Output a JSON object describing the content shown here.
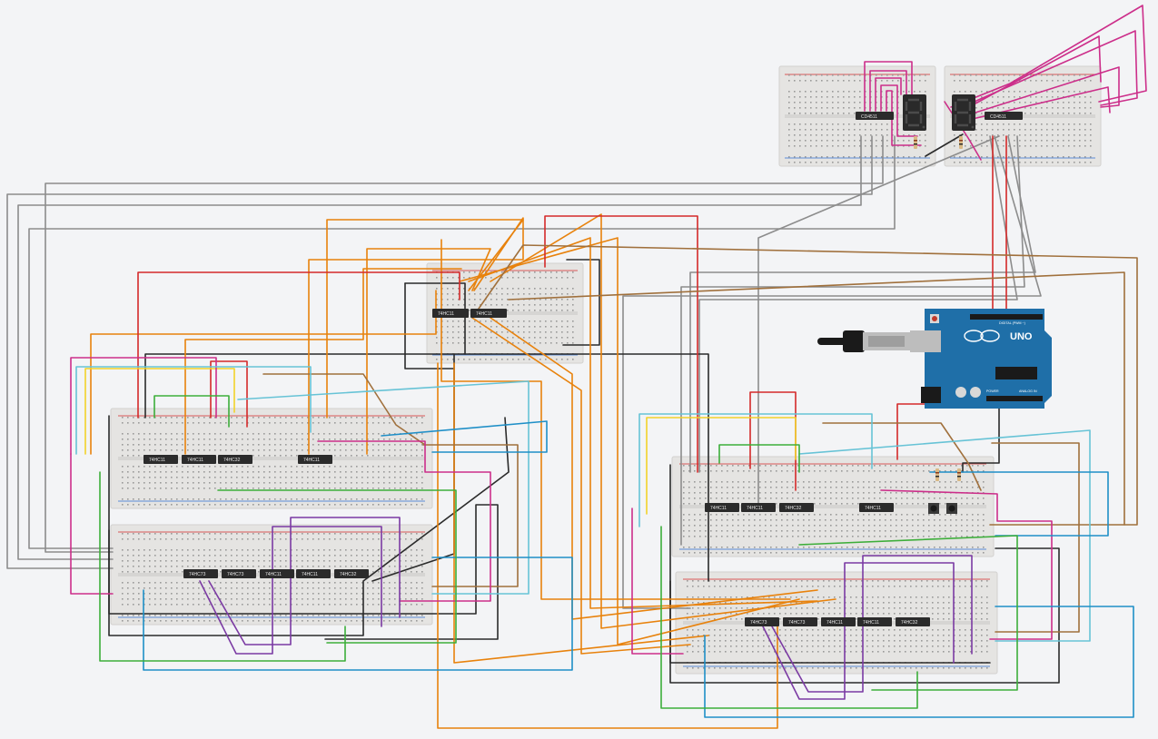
{
  "colors": {
    "breadboard": "#e5e4e2",
    "chip": "#2b2b2b",
    "arduino": "#1f6fa8",
    "display_bg": "#2a2a2a",
    "segment_off": "#4b4b4b",
    "wire_red": "#d42a2a",
    "wire_orange": "#e8820c",
    "wire_gray": "#8c8c8c",
    "wire_black": "#2b2b2b",
    "wire_green": "#3dae3a",
    "wire_purple": "#7b3aa3",
    "wire_cyan": "#67c3d6",
    "wire_blue": "#1f8fc7",
    "wire_magenta": "#cc2e8a",
    "wire_brown": "#a0703c",
    "wire_yellow": "#f2d22a"
  },
  "chips": {
    "display_driver_left": "CD4511",
    "display_driver_right": "CD4511",
    "top_center_1": "74HC11",
    "top_center_2": "74HC11",
    "left_upper_1": "74HC11",
    "left_upper_2": "74HC11",
    "left_upper_3": "74HC32",
    "left_upper_4": "74HC11",
    "left_lower_1": "74HC73",
    "left_lower_2": "74HC73",
    "left_lower_3": "74HC11",
    "left_lower_4": "74HC11",
    "left_lower_5": "74HC32",
    "right_upper_1": "74HC11",
    "right_upper_2": "74HC11",
    "right_upper_3": "74HC32",
    "right_upper_4": "74HC11",
    "right_lower_1": "74HC73",
    "right_lower_2": "74HC73",
    "right_lower_3": "74HC11",
    "right_lower_4": "74HC11",
    "right_lower_5": "74HC32"
  },
  "arduino": {
    "logo_text": "UNO",
    "digital_label": "DIGITAL (PWM ~)",
    "power_label": "POWER",
    "analog_label": "ANALOG IN"
  },
  "icons": {
    "usb_cable": "usb-cable-icon",
    "reset_button": "reset-button-icon",
    "seven_segment": "seven-segment-display-icon",
    "push_button": "push-button-icon",
    "resistor": "resistor-icon"
  }
}
